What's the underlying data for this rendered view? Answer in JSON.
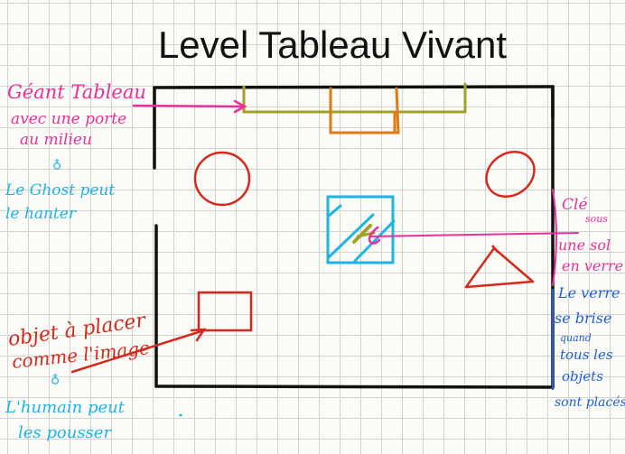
{
  "title": "Level Tableau Vivant",
  "notes": {
    "giant_painting": [
      "Géant Tableau",
      "avec une porte",
      "au milieu"
    ],
    "ghost": [
      "Le Ghost peut",
      "le hanter"
    ],
    "key": [
      "Clé",
      "sous",
      "une sol",
      "en verre"
    ],
    "glass": [
      "Le verre",
      "se brise",
      "quand",
      "tous les",
      "objets",
      "sont placés"
    ],
    "objects": [
      "objet à placer",
      "comme l'image"
    ],
    "human": [
      "L'humain peut",
      "les pousser"
    ]
  },
  "colors": {
    "pink": "#e8309a",
    "cyan": "#1fb3e6",
    "blue": "#1f5fd6",
    "red": "#d42a1e",
    "olive": "#a3a02a",
    "orange": "#e07a12",
    "black": "#111111"
  }
}
